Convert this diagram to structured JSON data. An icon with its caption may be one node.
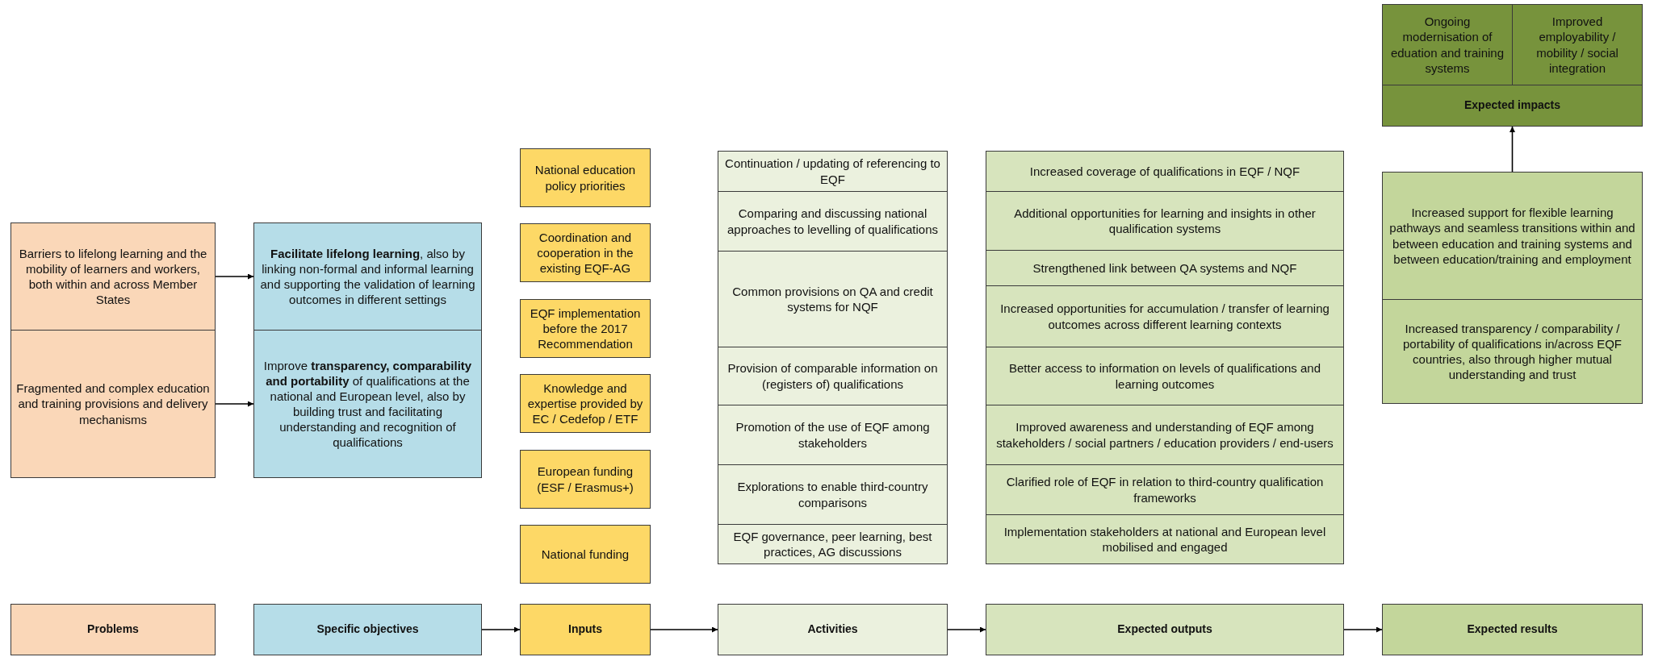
{
  "diagram": {
    "nodes": [
      {
        "text": [
          "Ongoing modernisation of eduation and training systems"
        ]
      },
      {
        "text": [
          "Improved employability / mobility / social integration"
        ]
      },
      {
        "text": [
          "Expected impacts"
        ]
      },
      {
        "text": [
          "Barriers to lifelong learning and the mobility of learners and workers, both within and across Member States"
        ]
      },
      {
        "text": [
          "Fragmented and complex education and training provisions and delivery mechanisms"
        ]
      },
      {
        "text": [
          "**Facilitate lifelong learning**,  also by linking non-formal and informal learning and supporting the validation of learning outcomes in different settings"
        ]
      },
      {
        "text": [
          "Improve **transparency, comparability and portability** of qualifications at the national and European level, also by building trust and facilitating understanding and recognition of qualifications"
        ]
      },
      {
        "text": [
          "National education policy priorities"
        ]
      },
      {
        "text": [
          "Coordination and cooperation in the existing EQF-AG"
        ]
      },
      {
        "text": [
          "EQF implementation before the 2017 Recommendation"
        ]
      },
      {
        "text": [
          "Knowledge and expertise provided by EC / Cedefop / ETF"
        ]
      },
      {
        "text": [
          "European funding (ESF / Erasmus+)"
        ]
      },
      {
        "text": [
          "National funding"
        ]
      },
      {
        "text": [
          "Continuation / updating of referencing to EQF"
        ]
      },
      {
        "text": [
          "Comparing and discussing national approaches to levelling of qualifications"
        ]
      },
      {
        "text": [
          "Common provisions on QA and credit systems for NQF"
        ]
      },
      {
        "text": [
          "Provision of comparable information on (registers of) qualifications"
        ]
      },
      {
        "text": [
          "Promotion of the use of EQF among stakeholders"
        ]
      },
      {
        "text": [
          "Explorations to enable third-country comparisons"
        ]
      },
      {
        "text": [
          "EQF governance, peer learning, best practices, AG discussions"
        ]
      },
      {
        "text": [
          "Increased coverage of qualifications in EQF / NQF"
        ]
      },
      {
        "text": [
          "Additional opportunities for learning and insights in other qualification systems"
        ]
      },
      {
        "text": [
          "Strengthened link between QA systems and NQF"
        ]
      },
      {
        "text": [
          "Increased opportunities for accumulation / transfer of learning outcomes across different learning contexts"
        ]
      },
      {
        "text": [
          "Better access to information on levels of qualifications and learning outcomes"
        ]
      },
      {
        "text": [
          "Improved awareness and understanding of EQF among stakeholders / social partners / education providers / end-users"
        ]
      },
      {
        "text": [
          "Clarified role of EQF in relation to third-country qualification frameworks"
        ]
      },
      {
        "text": [
          "Implementation stakeholders at national and European level mobilised and engaged"
        ]
      },
      {
        "text": [
          "Increased support for flexible learning pathways and seamless transitions within and between education and training systems and between education/training and employment"
        ]
      },
      {
        "text": [
          "Increased transparency / comparability / portability of qualifications in/across EQF countries, also through higher mutual understanding and trust"
        ]
      },
      {
        "text": [
          "Problems"
        ]
      },
      {
        "text": [
          "Specific objectives"
        ]
      },
      {
        "text": [
          "Inputs"
        ]
      },
      {
        "text": [
          "Activities"
        ]
      },
      {
        "text": [
          "Expected outputs"
        ]
      },
      {
        "text": [
          "Expected results"
        ]
      }
    ],
    "edges": [
      {
        "from": 3,
        "to": 5,
        "arrow": "to"
      },
      {
        "from": 4,
        "to": 6,
        "arrow": "to"
      },
      {
        "from": 28,
        "to": 2,
        "arrow": "to"
      },
      {
        "from": 31,
        "to": 32,
        "arrow": "to"
      },
      {
        "from": 32,
        "to": 33,
        "arrow": "to"
      },
      {
        "from": 33,
        "to": 34,
        "arrow": "to"
      },
      {
        "from": 34,
        "to": 35,
        "arrow": "to"
      }
    ]
  }
}
